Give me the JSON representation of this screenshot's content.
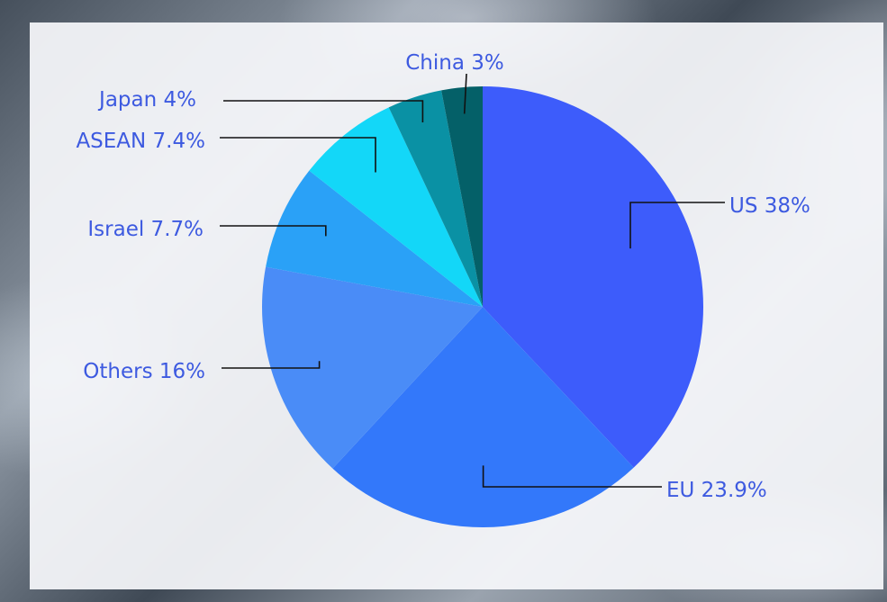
{
  "chart_data": {
    "type": "pie",
    "title": "",
    "slices": [
      {
        "label": "US 38%",
        "value": 38,
        "color": "#3d5cfb"
      },
      {
        "label": "EU 23.9%",
        "value": 23.9,
        "color": "#3378fa"
      },
      {
        "label": "Others 16%",
        "value": 16,
        "color": "#4a8cf7"
      },
      {
        "label": "Israel 7.7%",
        "value": 7.7,
        "color": "#2aa1f7"
      },
      {
        "label": "ASEAN 7.4%",
        "value": 7.4,
        "color": "#13d7f8"
      },
      {
        "label": "Japan 4%",
        "value": 4,
        "color": "#0a91a4"
      },
      {
        "label": "China 3%",
        "value": 3,
        "color": "#046068"
      }
    ],
    "start": "12 o'clock",
    "direction": "clockwise",
    "label_color": "#3d5ae0"
  }
}
